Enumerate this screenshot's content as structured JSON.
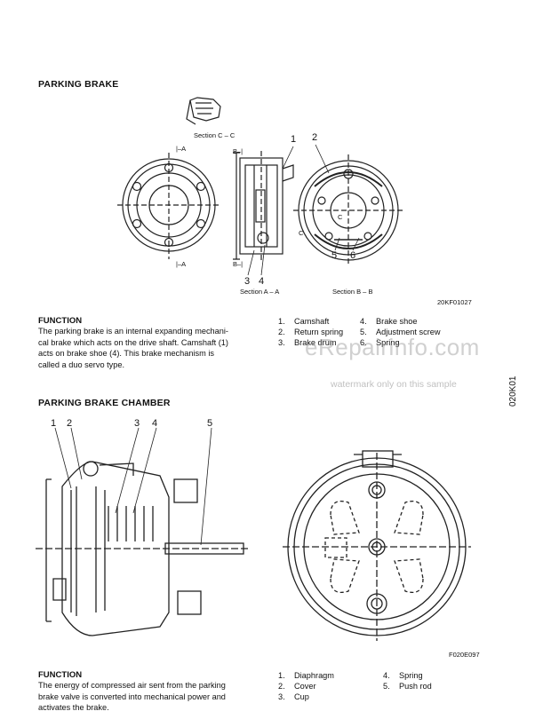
{
  "section1": {
    "title": "PARKING BRAKE",
    "figure": {
      "section_cc": "Section C – C",
      "section_aa": "Section A – A",
      "section_bb": "Section B – B",
      "fig_code": "20KF01027",
      "mark_a": "A",
      "mark_b": "B",
      "mark_c": "C",
      "callouts": [
        "1",
        "2",
        "3",
        "4",
        "5",
        "6"
      ]
    },
    "function_title": "FUNCTION",
    "function_lines": [
      "The parking brake is an internal expanding mechani-",
      "cal brake which acts on the drive shaft. Camshaft (1)",
      "acts on brake shoe (4). This brake mechanism is",
      "called a duo servo type."
    ],
    "legend": [
      {
        "num": "1.",
        "label": "Camshaft"
      },
      {
        "num": "2.",
        "label": "Return spring"
      },
      {
        "num": "3.",
        "label": "Brake drum"
      },
      {
        "num": "4.",
        "label": "Brake shoe"
      },
      {
        "num": "5.",
        "label": "Adjustment screw"
      },
      {
        "num": "6.",
        "label": "Spring"
      }
    ]
  },
  "watermark": {
    "site": "eRepairinfo.com",
    "notice": "watermark only on this sample"
  },
  "side_code": "020K01",
  "section2": {
    "title": "PARKING BRAKE CHAMBER",
    "figure": {
      "fig_code": "F020E097",
      "callouts": [
        "1",
        "2",
        "3",
        "4",
        "5"
      ]
    },
    "function_title": "FUNCTION",
    "function_lines": [
      "The energy of compressed air sent from the parking",
      "brake valve is converted into mechanical power and",
      "activates the brake."
    ],
    "legend": [
      {
        "num": "1.",
        "label": "Diaphragm"
      },
      {
        "num": "2.",
        "label": "Cover"
      },
      {
        "num": "3.",
        "label": "Cup"
      },
      {
        "num": "4.",
        "label": "Spring"
      },
      {
        "num": "5.",
        "label": "Push rod"
      }
    ]
  }
}
